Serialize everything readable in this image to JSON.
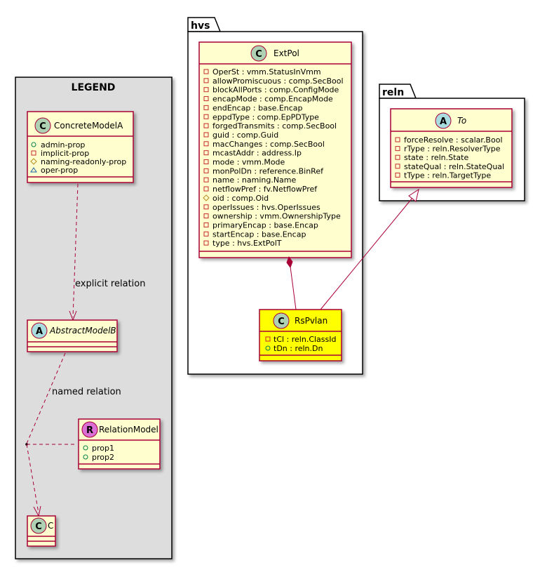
{
  "legend": {
    "title": "LEGEND",
    "concrete": {
      "name": "ConcreteModelA",
      "stereo": "C",
      "attrs": [
        "admin-prop",
        "implicit-prop",
        "naming-readonly-prop",
        "oper-prop"
      ]
    },
    "abstract": {
      "name": "AbstractModelB",
      "stereo": "A"
    },
    "relation_model": {
      "name": "RelationModel",
      "stereo": "R",
      "attrs": [
        "prop1",
        "prop2"
      ]
    },
    "c": {
      "name": "C",
      "stereo": "C"
    },
    "explicit_label": "explicit relation",
    "named_label": "named relation"
  },
  "hvs": {
    "title": "hvs",
    "extpol": {
      "name": "ExtPol",
      "stereo": "C",
      "attrs": [
        "OperSt : vmm.StatusInVmm",
        "allowPromiscuous : comp.SecBool",
        "blockAllPorts : comp.ConfigMode",
        "encapMode : comp.EncapMode",
        "endEncap : base.Encap",
        "eppdType : comp.EpPDType",
        "forgedTransmits : comp.SecBool",
        "guid : comp.Guid",
        "macChanges : comp.SecBool",
        "mcastAddr : address.Ip",
        "mode : vmm.Mode",
        "monPolDn : reference.BinRef",
        "name : naming.Name",
        "netflowPref : fv.NetflowPref",
        "oid : comp.Oid",
        "operIssues : hvs.OperIssues",
        "ownership : vmm.OwnershipType",
        "primaryEncap : base.Encap",
        "startEncap : base.Encap",
        "type : hvs.ExtPolT"
      ]
    },
    "rspvlan": {
      "name": "RsPvlan",
      "stereo": "C",
      "attrs": [
        "tCl : reln.ClassId",
        "tDn : reln.Dn"
      ]
    }
  },
  "reln": {
    "title": "reln",
    "to": {
      "name": "To",
      "stereo": "A",
      "attrs": [
        "forceResolve : scalar.Bool",
        "rType : reln.ResolverType",
        "state : reln.State",
        "stateQual : reln.StateQual",
        "tType : reln.TargetType"
      ]
    }
  },
  "colors": {
    "class_fill": "#FEFECE",
    "border": "#A80036",
    "legend_fill": "#DDDDDD",
    "highlight_fill": "#FFFF00",
    "circle_c": "#ADD1B2",
    "circle_a": "#A9DCDF",
    "circle_r": "#DA70D6"
  }
}
